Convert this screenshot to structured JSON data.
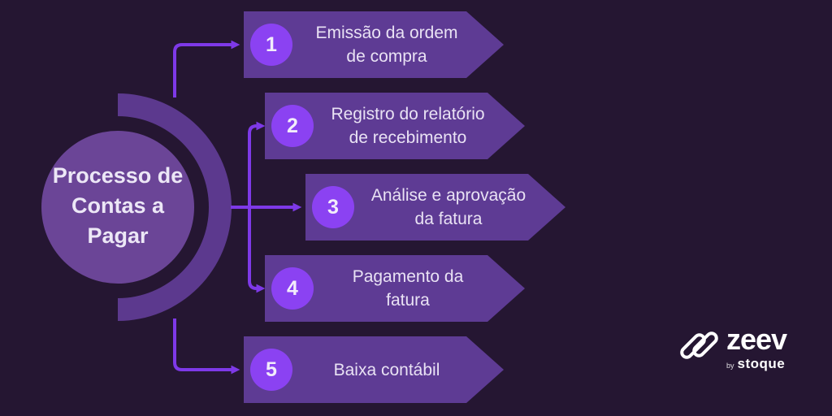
{
  "center": {
    "line1": "Processo de",
    "line2": "Contas a",
    "line3": "Pagar"
  },
  "steps": [
    {
      "number": "1",
      "line1": "Emissão da ordem",
      "line2": "de compra"
    },
    {
      "number": "2",
      "line1": "Registro do relatório",
      "line2": "de recebimento"
    },
    {
      "number": "3",
      "line1": "Análise e aprovação",
      "line2": "da fatura"
    },
    {
      "number": "4",
      "line1": "Pagamento da",
      "line2": "fatura"
    },
    {
      "number": "5",
      "line1": "Baixa contábil",
      "line2": ""
    }
  ],
  "logo": {
    "brand": "zeev",
    "byline_prefix": "by",
    "byline_brand": "stoque"
  },
  "colors": {
    "background": "#251632",
    "banner": "#5e3b94",
    "badge": "#8b42f2",
    "connector": "#7e39e8",
    "center_circle": "#6b4597",
    "arc": "#5c398e",
    "text": "#e9e2f4"
  }
}
